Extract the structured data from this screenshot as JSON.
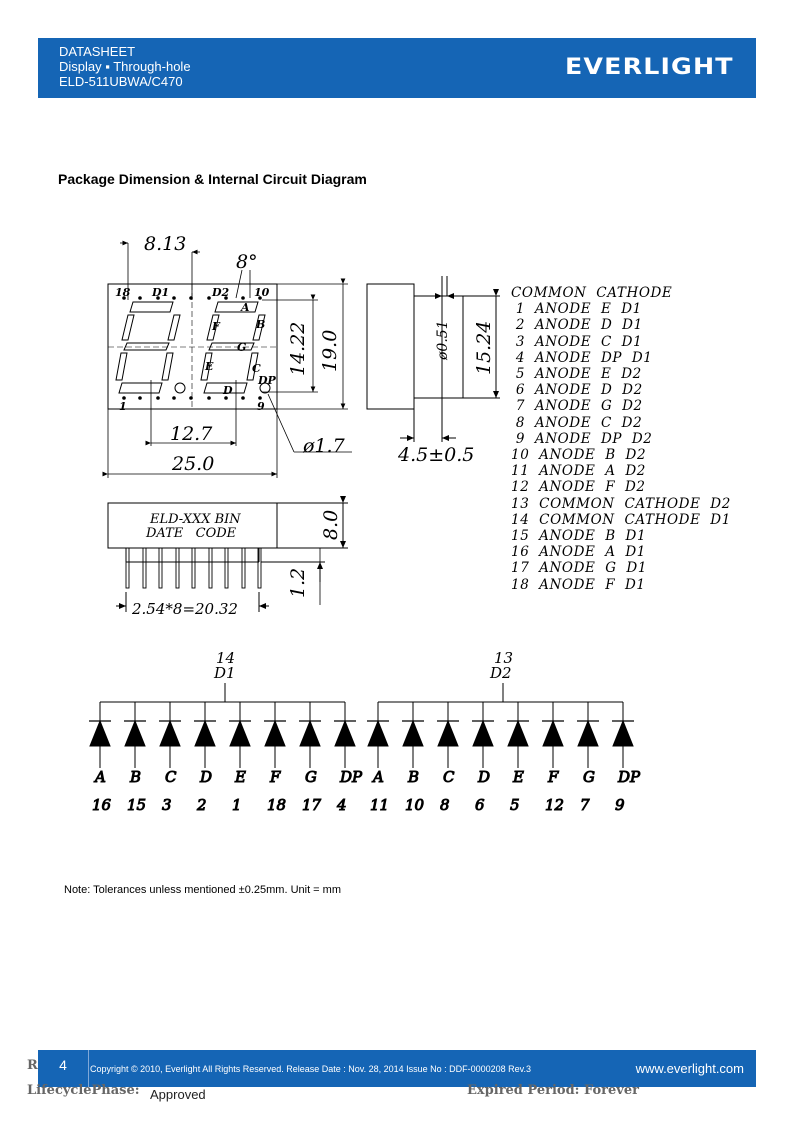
{
  "header": {
    "line1": "DATASHEET",
    "line2": "Display ▪ Through-hole",
    "line3": "ELD-511UBWA/C470",
    "logo": "EVERLIGHT"
  },
  "section_title": "Package Dimension & Internal Circuit Diagram",
  "dimensions": {
    "digit_width": "8.13",
    "slant": "8°",
    "pitch": "12.7",
    "overall_width": "25.0",
    "seg_height": "14.22",
    "overall_height": "19.0",
    "dp_dia": "ø1.7",
    "pin_dia": "ø0.51",
    "pin_row": "15.24",
    "depth": "4.5±0.5",
    "body_thk": "8.0",
    "standoff": "1.2",
    "pin_span": "2.54*8=20.32",
    "label_line1": "ELD-XXX BIN",
    "label_line2": "DATE   CODE"
  },
  "pin_labels": {
    "p18": "18",
    "d1": "D1",
    "d2": "D2",
    "p10": "10",
    "p1": "1",
    "p9": "9",
    "A": "A",
    "B": "B",
    "C": "C",
    "D": "D",
    "E": "E",
    "F": "F",
    "G": "G",
    "DP": "DP"
  },
  "pin_list": [
    "COMMON  CATHODE",
    " 1  ANODE  E  D1",
    " 2  ANODE  D  D1",
    " 3  ANODE  C  D1",
    " 4  ANODE  DP  D1",
    " 5  ANODE  E  D2",
    " 6  ANODE  D  D2",
    " 7  ANODE  G  D2",
    " 8  ANODE  C  D2",
    " 9  ANODE  DP  D2",
    "10  ANODE  B  D2",
    "11  ANODE  A  D2",
    "12  ANODE  F  D2",
    "13  COMMON  CATHODE  D2",
    "14  COMMON  CATHODE  D1",
    "15  ANODE  B  D1",
    "16  ANODE  A  D1",
    "17  ANODE  G  D1",
    "18  ANODE  F  D1"
  ],
  "circuit": {
    "d1": {
      "pin": "14",
      "name": "D1",
      "segments": [
        "A",
        "B",
        "C",
        "D",
        "E",
        "F",
        "G",
        "DP"
      ],
      "pins": [
        "16",
        "15",
        "3",
        "2",
        "1",
        "18",
        "17",
        "4"
      ]
    },
    "d2": {
      "pin": "13",
      "name": "D2",
      "segments": [
        "A",
        "B",
        "C",
        "D",
        "E",
        "F",
        "G",
        "DP"
      ],
      "pins": [
        "11",
        "10",
        "8",
        "6",
        "5",
        "12",
        "7",
        "9"
      ]
    }
  },
  "note": "Note: Tolerances unless mentioned ±0.25mm. Unit = mm",
  "footer": {
    "page": "4",
    "copyright": "Copyright © 2010, Everlight All Rights Reserved. Release Date : Nov. 28, 2014 Issue No : DDF-0000208 Rev.3",
    "website": "www.everlight.com"
  },
  "overlay": {
    "r_letter": "R",
    "lifecycle": "LifecyclePhase:",
    "approved": "Approved",
    "expired": "Expired Period: Forever"
  },
  "colors": {
    "brand_blue": "#1565b5"
  }
}
